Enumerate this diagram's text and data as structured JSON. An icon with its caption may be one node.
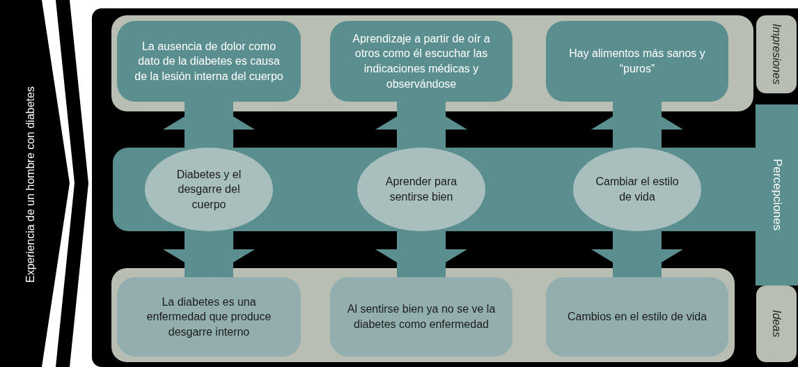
{
  "diagram": {
    "nodes": [
      {
        "text": [
          "Experiencia de un hombre con diabetes"
        ]
      },
      {
        "text": [
          "La ausencia de dolor como dato de la diabetes es causa de la lesión interna del cuerpo"
        ]
      },
      {
        "text": [
          "Aprendizaje a partir de oír a otros como él escuchar las indicaciones médicas y observándose"
        ]
      },
      {
        "text": [
          "Hay alimentos más sanos y “puros”"
        ]
      },
      {
        "text": [
          "Impresiones"
        ]
      },
      {
        "text": [
          "Diabetes y el desgarre del cuerpo"
        ]
      },
      {
        "text": [
          "Aprender para sentirse bien"
        ]
      },
      {
        "text": [
          "Cambiar el estilo de vida"
        ]
      },
      {
        "text": [
          "Percepciones"
        ]
      },
      {
        "text": [
          "La diabetes es una enfermedad que produce desgarre interno"
        ]
      },
      {
        "text": [
          "Al sentirse bien ya no se ve la diabetes como enfermedad"
        ]
      },
      {
        "text": [
          "Cambios en el estilo de vida"
        ]
      },
      {
        "text": [
          "Ideas"
        ]
      }
    ],
    "edges": [
      {
        "from": 5,
        "to": 1,
        "arrow": "to"
      },
      {
        "from": 5,
        "to": 9,
        "arrow": "to"
      },
      {
        "from": 6,
        "to": 2,
        "arrow": "to"
      },
      {
        "from": 6,
        "to": 10,
        "arrow": "to"
      },
      {
        "from": 7,
        "to": 3,
        "arrow": "to"
      },
      {
        "from": 7,
        "to": 11,
        "arrow": "to"
      }
    ]
  }
}
